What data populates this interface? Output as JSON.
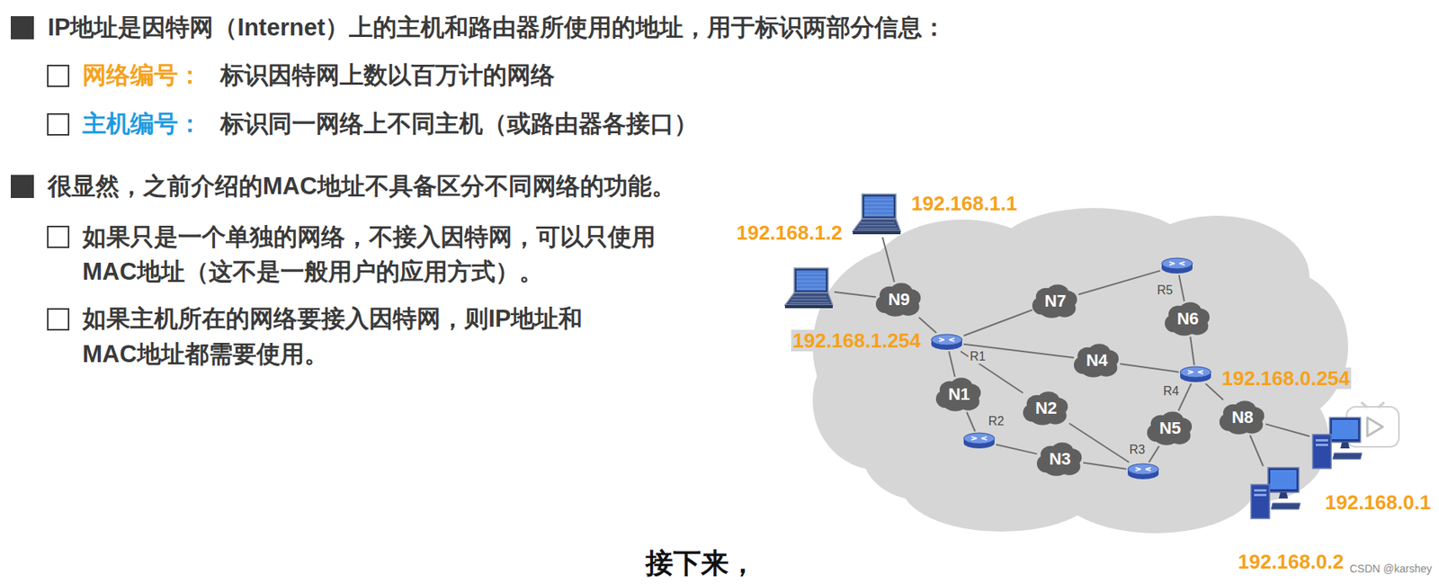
{
  "diagram": {
    "nodes": [
      {
        "text": [
          "192.168.1.1"
        ]
      },
      {
        "text": [
          "192.168.1.2"
        ]
      },
      {
        "text": [
          "N9"
        ]
      },
      {
        "text": [
          "N7"
        ]
      },
      {
        "text": [
          "R5"
        ]
      },
      {
        "text": [
          "N6"
        ]
      },
      {
        "text": [
          "192.168.1.254",
          "R1"
        ]
      },
      {
        "text": [
          "N4"
        ]
      },
      {
        "text": [
          "192.168.0.254",
          "R4"
        ]
      },
      {
        "text": [
          "N1"
        ]
      },
      {
        "text": [
          "N2"
        ]
      },
      {
        "text": [
          "R2"
        ]
      },
      {
        "text": [
          "N8"
        ]
      },
      {
        "text": [
          "N5"
        ]
      },
      {
        "text": [
          "R3"
        ]
      },
      {
        "text": [
          "N3"
        ]
      },
      {
        "text": [
          "192.168.0.1"
        ]
      },
      {
        "text": [
          "192.168.0.2"
        ]
      }
    ],
    "edges": [
      {
        "from": 0,
        "to": 2,
        "arrow": "none"
      },
      {
        "from": 1,
        "to": 2,
        "arrow": "none"
      },
      {
        "from": 2,
        "to": 6,
        "arrow": "none"
      },
      {
        "from": 6,
        "to": 3,
        "arrow": "none"
      },
      {
        "from": 3,
        "to": 4,
        "arrow": "none"
      },
      {
        "from": 4,
        "to": 5,
        "arrow": "none"
      },
      {
        "from": 5,
        "to": 8,
        "arrow": "none"
      },
      {
        "from": 6,
        "to": 7,
        "arrow": "none"
      },
      {
        "from": 7,
        "to": 8,
        "arrow": "none"
      },
      {
        "from": 6,
        "to": 9,
        "arrow": "none"
      },
      {
        "from": 9,
        "to": 11,
        "arrow": "none"
      },
      {
        "from": 6,
        "to": 10,
        "arrow": "none"
      },
      {
        "from": 10,
        "to": 14,
        "arrow": "none"
      },
      {
        "from": 11,
        "to": 15,
        "arrow": "none"
      },
      {
        "from": 15,
        "to": 14,
        "arrow": "none"
      },
      {
        "from": 14,
        "to": 13,
        "arrow": "none"
      },
      {
        "from": 13,
        "to": 8,
        "arrow": "none"
      },
      {
        "from": 8,
        "to": 12,
        "arrow": "none"
      },
      {
        "from": 12,
        "to": 16,
        "arrow": "none"
      },
      {
        "from": 12,
        "to": 17,
        "arrow": "none"
      }
    ],
    "labels": [
      "IP地址是因特网（Internet）上的主机和路由器所使用的地址，用于标识两部分信息：",
      "网络编号：",
      "标识因特网上数以百万计的网络",
      "主机编号：",
      "标识同一网络上不同主机（或路由器各接口）",
      "很显然，之前介绍的MAC地址不具备区分不同网络的功能。",
      "如果只是一个单独的网络，不接入因特网，可以只使用MAC地址（这不是一般用户的应用方式）。",
      "如果主机所在的网络要接入因特网，则IP地址和MAC地址都需要使用。",
      "接下来，",
      "CSDN @karshey"
    ]
  }
}
